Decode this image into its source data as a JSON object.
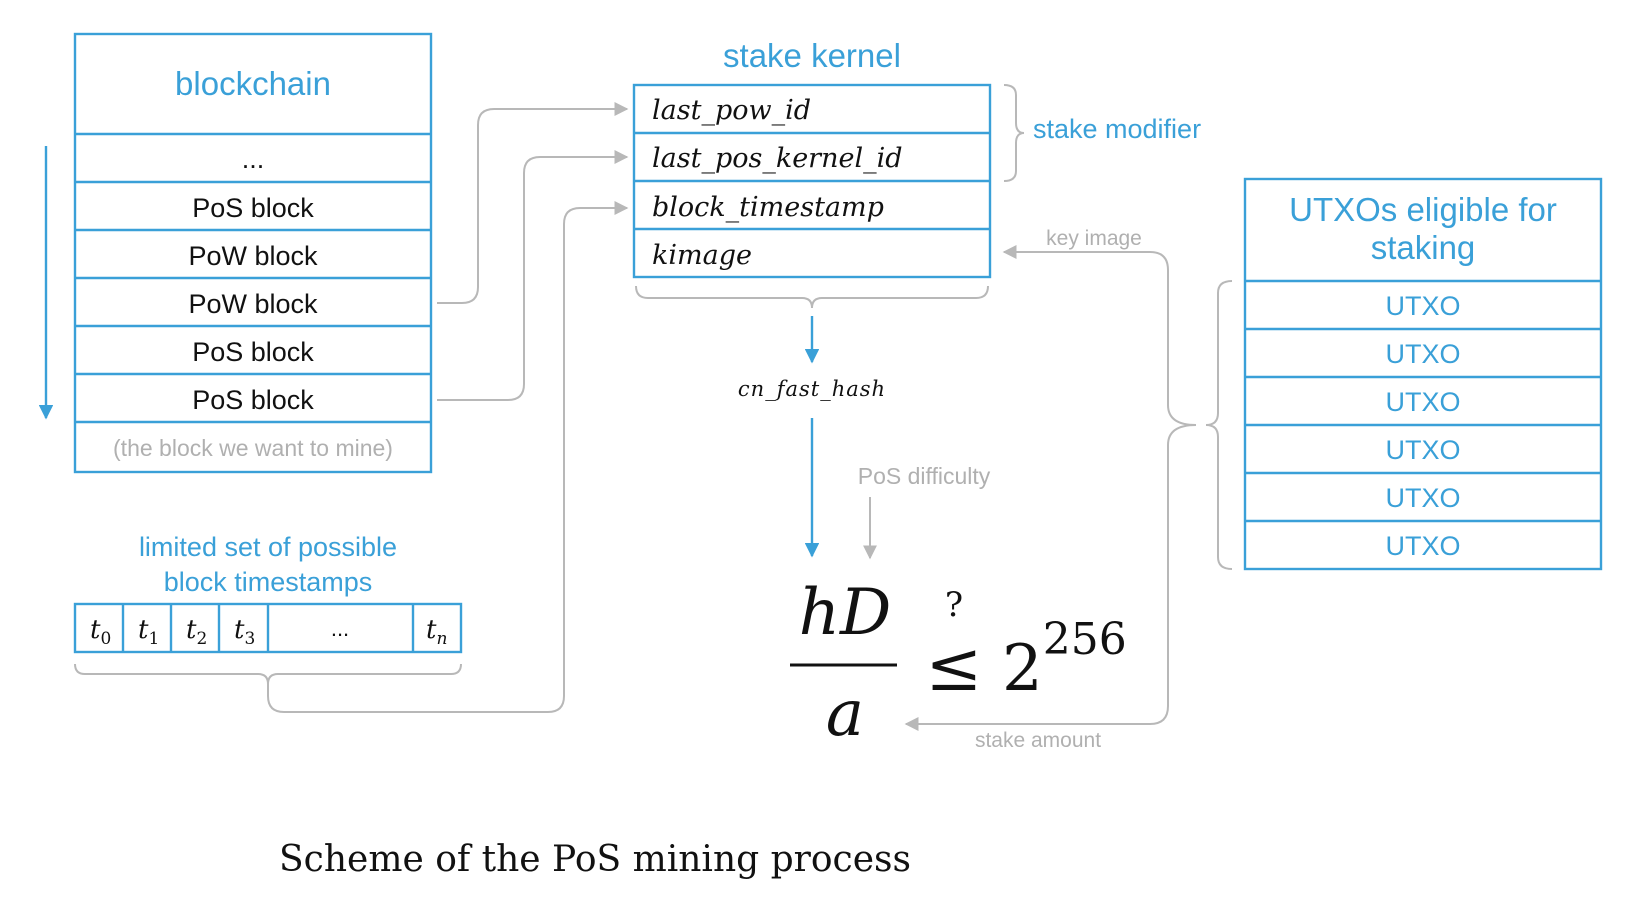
{
  "blockchain": {
    "title": "blockchain",
    "rows": [
      "...",
      "PoS block",
      "PoW block",
      "PoW block",
      "PoS block",
      "PoS block"
    ],
    "pending_row": "(the block we want to mine)"
  },
  "timestamps": {
    "title_line1": "limited set of possible",
    "title_line2": "block timestamps",
    "cells": [
      {
        "base": "t",
        "sub": "0"
      },
      {
        "base": "t",
        "sub": "1"
      },
      {
        "base": "t",
        "sub": "2"
      },
      {
        "base": "t",
        "sub": "3"
      },
      {
        "base": "...",
        "sub": ""
      },
      {
        "base": "t",
        "sub": "n"
      }
    ]
  },
  "stake_kernel": {
    "title": "stake kernel",
    "fields": [
      "last_pow_id",
      "last_pos_kernel_id",
      "block_timestamp",
      "kimage"
    ],
    "modifier_label": "stake modifier"
  },
  "hash_label": "cn_fast_hash",
  "pos_difficulty_label": "PoS difficulty",
  "key_image_label": "key image",
  "stake_amount_label": "stake amount",
  "formula": {
    "numerator": "hD",
    "denominator": "a",
    "relation": "≤",
    "question": "?",
    "rhs_base": "2",
    "rhs_exp": "256"
  },
  "utxos": {
    "title_line1": "UTXOs eligible for",
    "title_line2": "staking",
    "items": [
      "UTXO",
      "UTXO",
      "UTXO",
      "UTXO",
      "UTXO",
      "UTXO"
    ]
  },
  "caption": "Scheme of the PoS mining process",
  "colors": {
    "accent": "#3aa0d8",
    "connector": "#b8b8b8",
    "text": "#111111"
  }
}
